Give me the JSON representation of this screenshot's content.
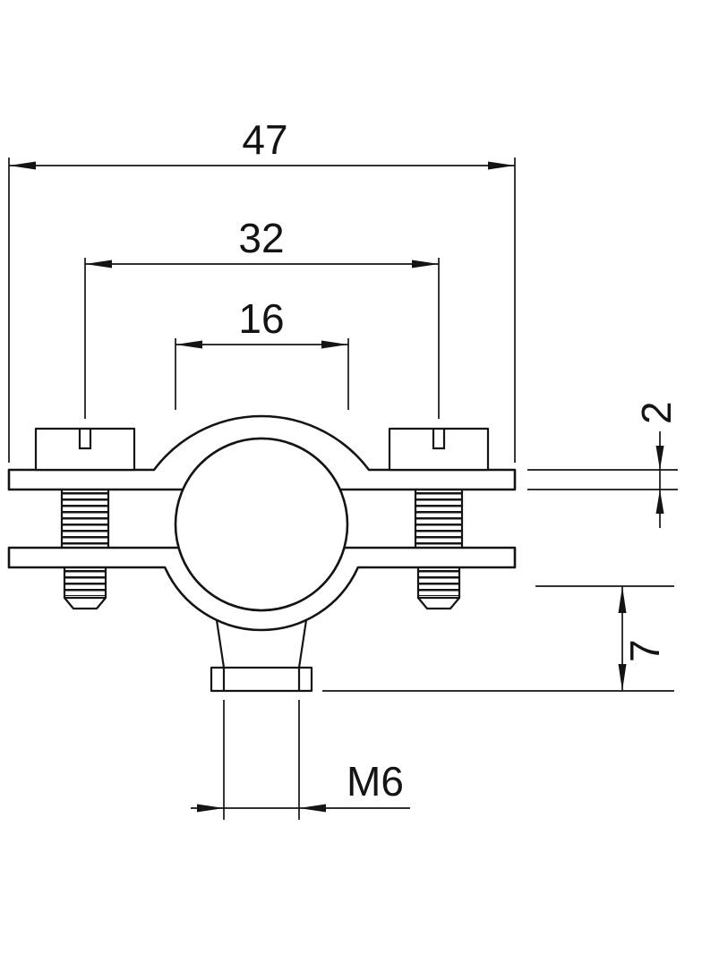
{
  "canvas": {
    "background": "#ffffff",
    "line_color": "#141414"
  },
  "drawing": {
    "dimensions": {
      "overall_width": "47",
      "bolt_spacing": "32",
      "pipe_bore": "16",
      "material_thickness": "2",
      "boss_height": "7",
      "thread_size": "M6"
    }
  }
}
